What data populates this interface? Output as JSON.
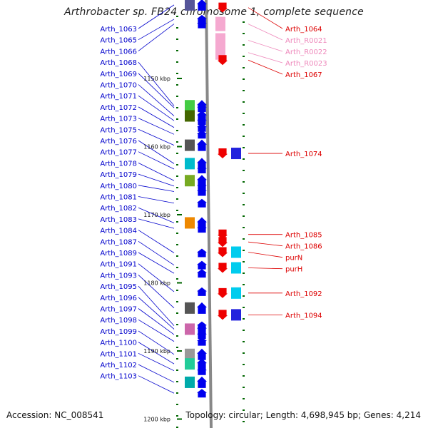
{
  "title": "Arthrobacter sp. FB24 chromosome 1, complete sequence",
  "footer": {
    "accession": "Accession: NC_008541",
    "summary": "Topology: circular; Length: 4,698,945 bp; Genes: 4,214"
  },
  "colors": {
    "left_label": "#0000cc",
    "right_label": "#dd0000",
    "rna_label": "#ee88bb",
    "backbone": "#888888",
    "tick": "#006600"
  },
  "kbp_markers": [
    {
      "label": "1150 kbp",
      "kbp": 1150
    },
    {
      "label": "1160 kbp",
      "kbp": 1160
    },
    {
      "label": "1170 kbp",
      "kbp": 1170
    },
    {
      "label": "1180 kbp",
      "kbp": 1180
    },
    {
      "label": "1190 kbp",
      "kbp": 1190
    },
    {
      "label": "1200 kbp",
      "kbp": 1200
    }
  ],
  "left_genes": [
    {
      "label": "Arth_1063",
      "kbp": 1139.2,
      "color": "#555599",
      "shape": "box"
    },
    {
      "label": "Arth_1065",
      "kbp": 1141.3,
      "color": "#0000ee",
      "shape": "arrow"
    },
    {
      "label": "Arth_1066",
      "kbp": 1142.0,
      "color": "#0000ee",
      "shape": "arrow"
    },
    {
      "label": "Arth_1068",
      "kbp": 1154.0,
      "color": "#44cc44",
      "shape": "box"
    },
    {
      "label": "Arth_1069",
      "kbp": 1154.3,
      "color": "#0000ee",
      "shape": "arrow"
    },
    {
      "label": "Arth_1070",
      "kbp": 1155.5,
      "color": "#446600",
      "shape": "box"
    },
    {
      "label": "Arth_1071",
      "kbp": 1156.2,
      "color": "#0000ee",
      "shape": "arrow"
    },
    {
      "label": "Arth_1072",
      "kbp": 1157.2,
      "color": "#0000ee",
      "shape": "arrow"
    },
    {
      "label": "Arth_1073",
      "kbp": 1158.2,
      "color": "#0000ee",
      "shape": "arrow"
    },
    {
      "label": "Arth_1075",
      "kbp": 1159.8,
      "color": "#555555",
      "shape": "box"
    },
    {
      "label": "Arth_1076",
      "kbp": 1162.5,
      "color": "#00bbcc",
      "shape": "box"
    },
    {
      "label": "Arth_1077",
      "kbp": 1163.3,
      "color": "#0000ee",
      "shape": "arrow"
    },
    {
      "label": "Arth_1078",
      "kbp": 1165.0,
      "color": "#77aa22",
      "shape": "box"
    },
    {
      "label": "Arth_1079",
      "kbp": 1165.8,
      "color": "#0000ee",
      "shape": "arrow"
    },
    {
      "label": "Arth_1080",
      "kbp": 1166.6,
      "color": "#0000ee",
      "shape": "arrow"
    },
    {
      "label": "Arth_1081",
      "kbp": 1168.3,
      "color": "#0000ee",
      "shape": "arrow"
    },
    {
      "label": "Arth_1082",
      "kbp": 1171.2,
      "color": "#ee8800",
      "shape": "box"
    },
    {
      "label": "Arth_1083",
      "kbp": 1172.0,
      "color": "#0000ee",
      "shape": "arrow"
    },
    {
      "label": "Arth_1084",
      "kbp": 1175.6,
      "color": "#0000ee",
      "shape": "arrow"
    },
    {
      "label": "Arth_1087",
      "kbp": 1177.4,
      "color": "#0000ee",
      "shape": "arrow"
    },
    {
      "label": "Arth_1089",
      "kbp": 1178.6,
      "color": "#0000ee",
      "shape": "arrow"
    },
    {
      "label": "Arth_1091",
      "kbp": 1181.3,
      "color": "#0000ee",
      "shape": "arrow"
    },
    {
      "label": "Arth_1093",
      "kbp": 1183.7,
      "color": "#555555",
      "shape": "box"
    },
    {
      "label": "Arth_1095",
      "kbp": 1186.3,
      "color": "#0000ee",
      "shape": "arrow"
    },
    {
      "label": "Arth_1096",
      "kbp": 1186.8,
      "color": "#cc66aa",
      "shape": "box"
    },
    {
      "label": "Arth_1097",
      "kbp": 1187.6,
      "color": "#0000ee",
      "shape": "arrow"
    },
    {
      "label": "Arth_1098",
      "kbp": 1188.6,
      "color": "#0000ee",
      "shape": "arrow"
    },
    {
      "label": "Arth_1099",
      "kbp": 1190.5,
      "color": "#999999",
      "shape": "box"
    },
    {
      "label": "Arth_1100",
      "kbp": 1191.9,
      "color": "#22cc99",
      "shape": "box"
    },
    {
      "label": "Arth_1101",
      "kbp": 1192.9,
      "color": "#0000ee",
      "shape": "arrow"
    },
    {
      "label": "Arth_1102",
      "kbp": 1194.6,
      "color": "#00aaaa",
      "shape": "box"
    },
    {
      "label": "Arth_1103",
      "kbp": 1196.2,
      "color": "#0000ee",
      "shape": "arrow"
    }
  ],
  "right_genes": [
    {
      "label": "Arth_1064",
      "kbp": 1139.6,
      "color": "#ee0000",
      "kind": "gene"
    },
    {
      "label": "Arth_R0021",
      "kbp": 1142.0,
      "color": "#ee88bb",
      "kind": "rna"
    },
    {
      "label": "Arth_R0022",
      "kbp": 1144.4,
      "color": "#ee88bb",
      "kind": "rna"
    },
    {
      "label": "Arth_R0023",
      "kbp": 1146.2,
      "color": "#ee88bb",
      "kind": "rna"
    },
    {
      "label": "Arth_1067",
      "kbp": 1147.3,
      "color": "#ee0000",
      "kind": "gene"
    },
    {
      "label": "Arth_1074",
      "kbp": 1161.0,
      "color": "#ee0000",
      "kind": "gene"
    },
    {
      "label": "Arth_1085",
      "kbp": 1172.9,
      "color": "#ee0000",
      "kind": "gene"
    },
    {
      "label": "Arth_1086",
      "kbp": 1174.0,
      "color": "#ee0000",
      "kind": "gene"
    },
    {
      "label": "purN",
      "kbp": 1175.5,
      "color": "#ee0000",
      "kind": "gene"
    },
    {
      "label": "purH",
      "kbp": 1177.8,
      "color": "#ee0000",
      "kind": "gene"
    },
    {
      "label": "Arth_1092",
      "kbp": 1181.5,
      "color": "#ee0000",
      "kind": "gene"
    },
    {
      "label": "Arth_1094",
      "kbp": 1184.7,
      "color": "#ee0000",
      "kind": "gene"
    }
  ]
}
